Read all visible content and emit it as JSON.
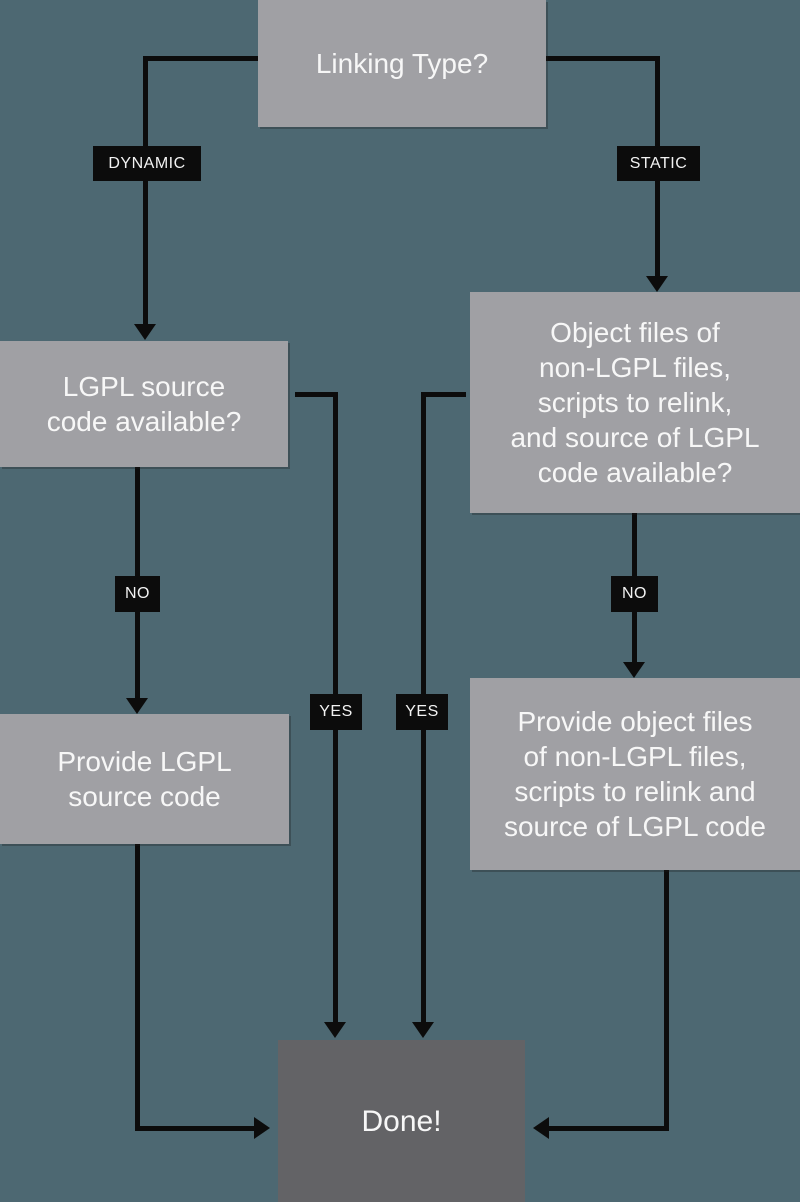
{
  "diagram": {
    "type": "flowchart",
    "topic": "LGPL compliance by linking type"
  },
  "colors": {
    "background": "#4d6872",
    "node_fill": "#a0a0a4",
    "done_fill": "#636366",
    "connector": "#0c0c0c",
    "label_fill": "#0c0c0c",
    "text": "#f7f7f7"
  },
  "nodes": {
    "linking_type": {
      "label": "Linking Type?"
    },
    "left_decision": {
      "lines": [
        "LGPL source",
        "code available?"
      ]
    },
    "right_decision": {
      "lines": [
        "Object files of",
        "non-LGPL files,",
        "scripts to relink,",
        "and source of LGPL",
        "code available?"
      ]
    },
    "left_action": {
      "lines": [
        "Provide LGPL",
        "source code"
      ]
    },
    "right_action": {
      "lines": [
        "Provide object files",
        "of non-LGPL files,",
        "scripts to relink and",
        "source of LGPL code"
      ]
    },
    "done": {
      "label": "Done!"
    }
  },
  "edge_labels": {
    "dynamic": "DYNAMIC",
    "static": "STATIC",
    "no_left": "NO",
    "no_right": "NO",
    "yes_left": "YES",
    "yes_right": "YES"
  }
}
